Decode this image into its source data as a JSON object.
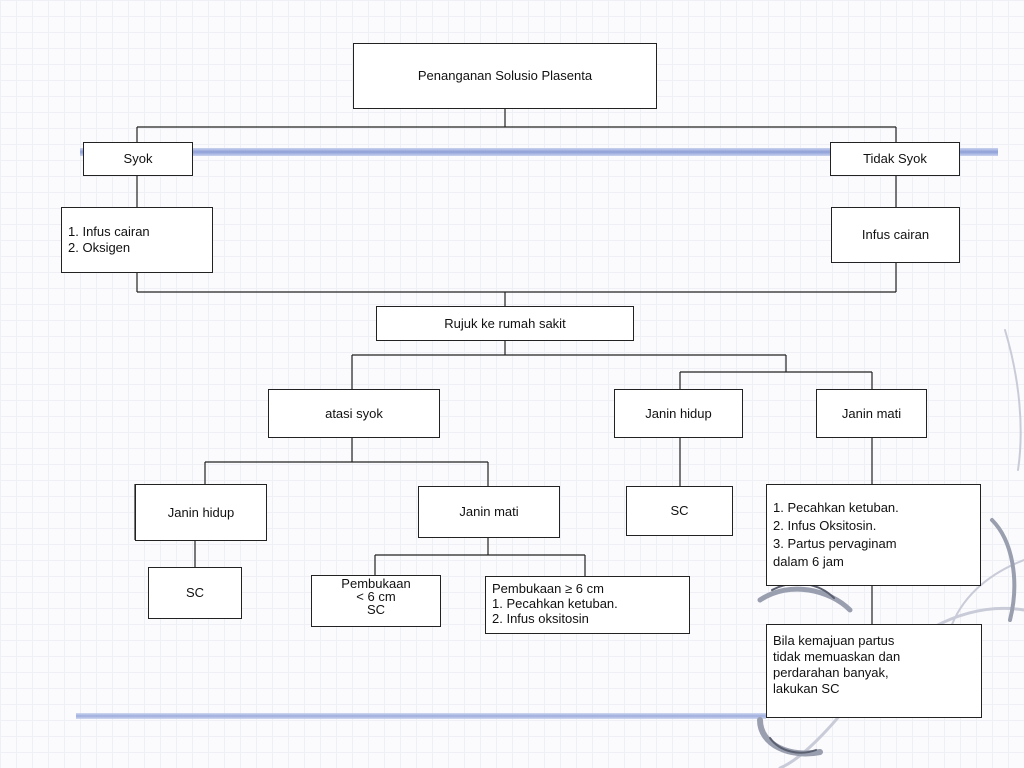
{
  "diagram": {
    "title": "Penanganan Solusio Plasenta",
    "nodes": {
      "syok": "Syok",
      "tidak_syok": "Tidak Syok",
      "terapi_syok": "1. Infus cairan\n2. Oksigen",
      "terapi_tidak_syok": "Infus cairan",
      "rujuk": "Rujuk ke rumah sakit",
      "atasi_syok": "atasi  syok",
      "janin_hidup_kanan": "Janin hidup",
      "janin_mati_kanan": "Janin mati",
      "janin_hidup_kiri": "Janin hidup",
      "janin_mati_kiri": "Janin mati",
      "sc_kiri": "SC",
      "sc_tengah": "SC",
      "tindakan_janin_mati": "1. Pecahkan ketuban.\n2. Infus Oksitosin.\n3. Partus pervaginam\n    dalam 6 jam",
      "pembukaan_kurang": "Pembukaan\n< 6 cm\nSC",
      "pembukaan_lebih": "Pembukaan ≥ 6 cm\n1. Pecahkan ketuban.\n2. Infus oksitosin",
      "bila_kemajuan": "Bila kemajuan partus\ntidak memuaskan dan\nperdarahan banyak,\nlakukan SC"
    }
  }
}
